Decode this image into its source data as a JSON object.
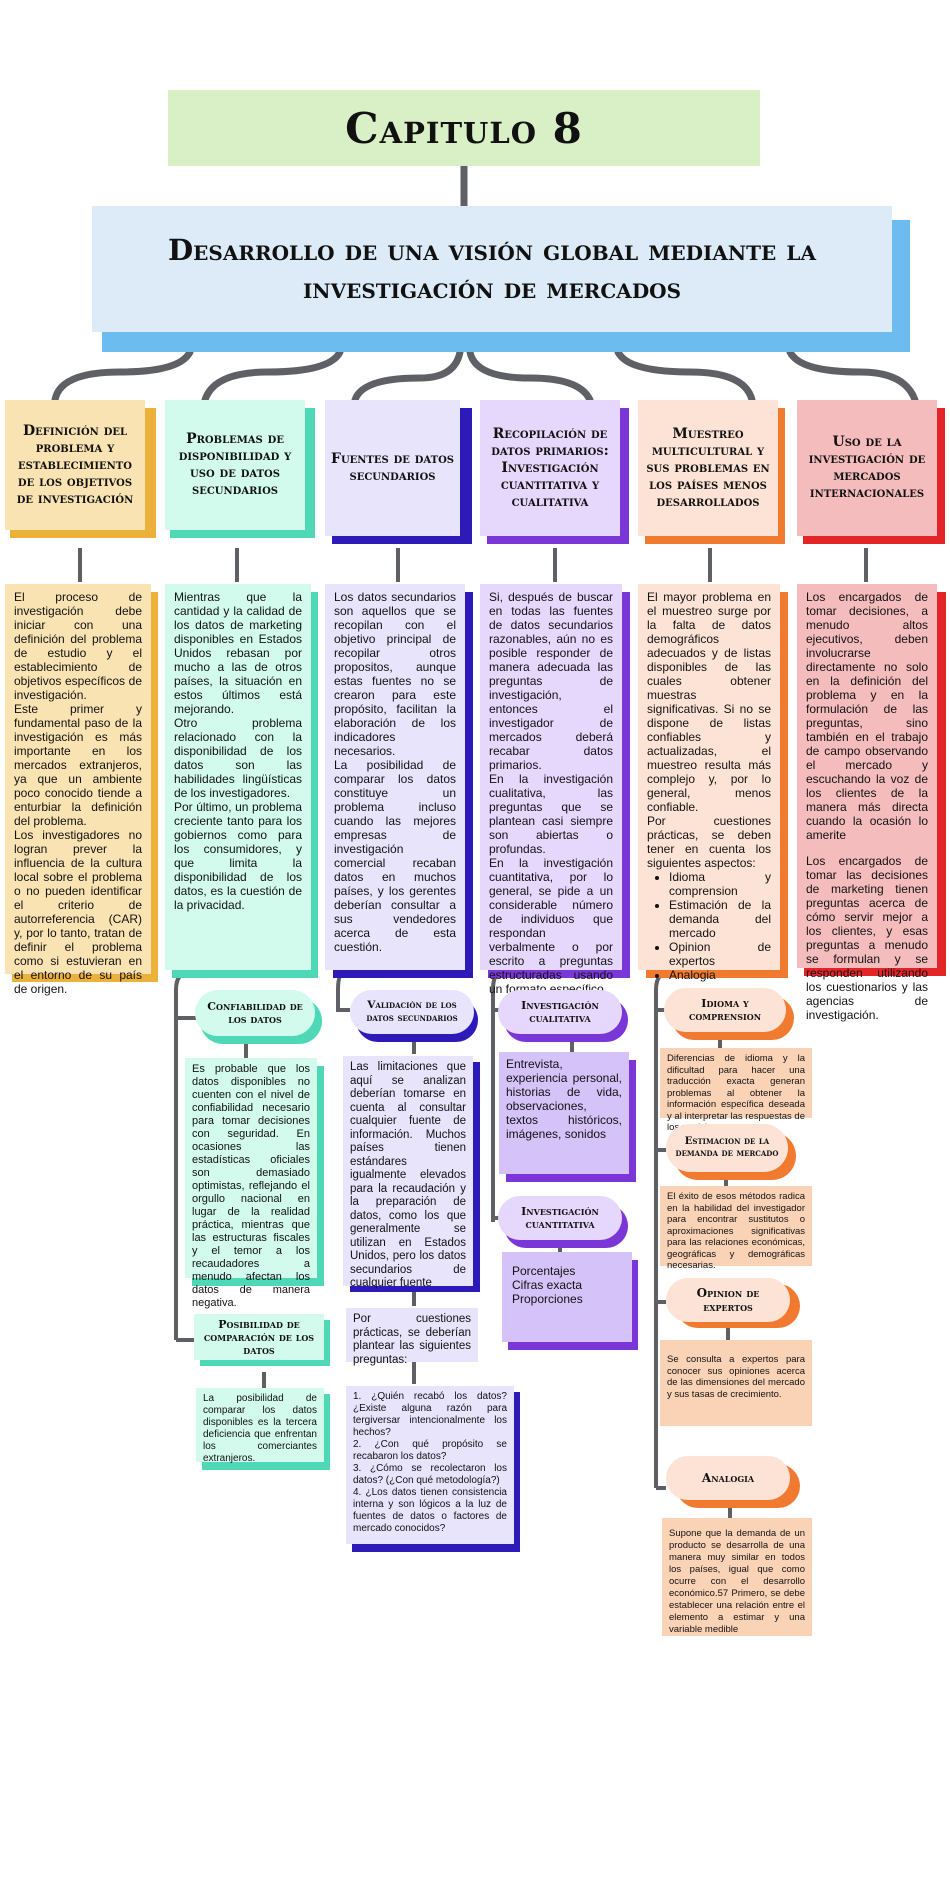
{
  "title": "Capitulo 8",
  "subtitle": "Desarrollo de una visión global mediante la investigación de mercados",
  "columns": [
    {
      "header": "Definición del problema y establecimiento de los objetivos de investigación",
      "paragraphs": [
        "El proceso de investigación debe iniciar con una definición del problema de estudio y el establecimiento de objetivos específicos de investigación.",
        "Este primer y fundamental paso de la investigación es más importante en los mercados extranjeros, ya que un ambiente poco conocido tiende a enturbiar la definición del problema.",
        "Los investigadores no logran prever la influencia de la cultura local sobre el problema o no pueden identificar el criterio de autorreferencia (CAR) y, por lo tanto, tratan de definir el problema como si estuvieran en el entorno de su país de origen."
      ]
    },
    {
      "header": "Problemas de disponibilidad y uso de datos secundarios",
      "paragraphs": [
        "Mientras que la cantidad y la calidad de los datos de marketing disponibles en Estados Unidos rebasan por mucho a las de otros países, la situación en estos últimos está mejorando.",
        "Otro problema relacionado con la disponibilidad de los datos son las habilidades lingüísticas de los investigadores.",
        "Por último, un problema creciente tanto para los gobiernos como para los consumidores, y que limita la disponibilidad de los datos, es la cuestión de la privacidad."
      ]
    },
    {
      "header": "Fuentes de datos secundarios",
      "paragraphs": [
        "Los datos secundarios son aquellos que se recopilan con el objetivo principal de recopilar otros propositos, aunque estas fuentes no se crearon para este propósito, facilitan la elaboración de los indicadores necesarios.",
        "La posibilidad de comparar los datos constituye un problema incluso cuando las mejores empresas de investigación comercial recaban datos en muchos países, y los gerentes deberían consultar a sus vendedores acerca de esta cuestión."
      ]
    },
    {
      "header": "Recopilación de datos primarios: Investigación cuantitativa y cualitativa",
      "paragraphs": [
        "Si, después de buscar en todas las fuentes de datos secundarios razonables, aún no es posible responder de manera adecuada las preguntas de investigación, entonces el investigador de mercados deberá recabar datos primarios.",
        "En la investigación cualitativa, las preguntas que se plantean casi siempre son abiertas o profundas.",
        "En la investigación cuantitativa, por lo general, se pide a un considerable número de individuos que respondan verbalmente o por escrito a preguntas estructuradas usando un formato específico."
      ]
    },
    {
      "header": "Muestreo multicultural y sus problemas en los países menos desarrollados",
      "paragraphs": [
        "El mayor problema en el muestreo surge por la falta de datos demográficos adecuados y de listas disponibles de las cuales obtener muestras significativas. Si no se dispone de listas confiables y actualizadas, el muestreo resulta más complejo y, por lo general, menos confiable.",
        "Por cuestiones prácticas, se deben tener en cuenta los siguientes aspectos:"
      ],
      "bullets": [
        "Idioma y comprension",
        "Estimación de la demanda del mercado",
        "Opinion de expertos",
        "Analogia"
      ]
    },
    {
      "header": "Uso de la investigación de mercados internacionales",
      "paragraphs": [
        "Los encargados de tomar decisiones, a menudo altos ejecutivos, deben involucrarse directamente no solo en la definición del problema y en la formulación de las preguntas, sino también en el trabajo de campo observando el mercado y escuchando la voz de los clientes de la manera más directa cuando la ocasión lo amerite",
        "Los encargados de tomar las decisiones de marketing tienen preguntas acerca de cómo servir mejor a los clientes, y esas preguntas a menudo se formulan y se responden utilizando los cuestionarios y las agencias de investigación."
      ]
    }
  ],
  "sub": {
    "confiabilidad": {
      "title": "Confiabilidad de los datos",
      "text": "Es probable que los datos disponibles no cuenten con el nivel de confiabilidad necesario para tomar decisiones con seguridad. En ocasiones las estadísticas oficiales son demasiado optimistas, reflejando el orgullo nacional en lugar de la realidad práctica, mientras que las estructuras fiscales y el temor a los recaudadores a menudo afectan los datos de manera negativa."
    },
    "posibilidad": {
      "title": "Posibilidad de comparación de los datos",
      "text": "La posibilidad de comparar los datos disponibles es la tercera deficiencia que enfrentan los comerciantes extranjeros."
    },
    "validacion": {
      "title": "Validación de los datos secundarios",
      "text": "Las limitaciones que aquí se analizan deberían tomarse en cuenta al consultar cualquier fuente de información. Muchos países tienen estándares igualmente elevados para la recaudación y la preparación de datos, como los que generalmente se utilizan en Estados Unidos, pero los datos secundarios de cualquier fuente",
      "prompt": "Por cuestiones prácticas, se deberían plantear las siguientes preguntas:",
      "questions": "1. ¿Quién recabó los datos? ¿Existe alguna razón para tergiversar intencionalmente los hechos?\n2. ¿Con qué propósito se recabaron los datos?\n3. ¿Cómo se recolectaron los datos? (¿Con qué metodología?)\n4. ¿Los datos tienen consistencia interna y son lógicos a la luz de fuentes de datos o factores de mercado conocidos?"
    },
    "cualitativa": {
      "title": "Investigación cualitativa",
      "text": "Entrevista, experiencia personal, historias de vida, observaciones, textos históricos, imágenes, sonidos"
    },
    "cuantitativa": {
      "title": "Investigación cuantitativa",
      "text": "Porcentajes\nCifras exacta\n Proporciones"
    },
    "idioma": {
      "title": "Idioma y comprension",
      "text": "Diferencias de idioma y la dificultad para hacer una traducción exacta generan problemas al obtener la información específica deseada y al interpretar las respuestas de los participantes."
    },
    "estimacion": {
      "title": "Estimacion de la demanda de mercado",
      "text": "El éxito de esos métodos radica en la habilidad del investigador para encontrar sustitutos o aproximaciones significativas para las relaciones económicas, geográficas y demográficas necesarias."
    },
    "opinion": {
      "title": "Opinion de expertos",
      "text": "Se consulta a expertos para conocer sus opiniones acerca de las dimensiones del mercado y sus tasas de crecimiento."
    },
    "analogia": {
      "title": "Analogia",
      "text": "Supone que la demanda de un producto se desarrolla de una manera muy similar en todos los países, igual que como ocurre con el desarrollo económico.57 Primero, se debe establecer una relación entre el elemento a estimar y una variable medible"
    }
  },
  "colors": {
    "connector": "#5f6066",
    "yellow": "#f9e3b2",
    "yellow_shadow": "#ebb13a",
    "mint": "#d2fbee",
    "mint_shadow": "#4fd8b6",
    "lavender": "#e7e4fb",
    "lavender_shadow": "#2d1ab8",
    "violet": "#e6d7fc",
    "violet_shadow": "#7a36d6",
    "peach": "#fde3d6",
    "peach_shadow": "#f07a2f",
    "pink": "#f4bcbd",
    "pink_shadow": "#e32528"
  }
}
